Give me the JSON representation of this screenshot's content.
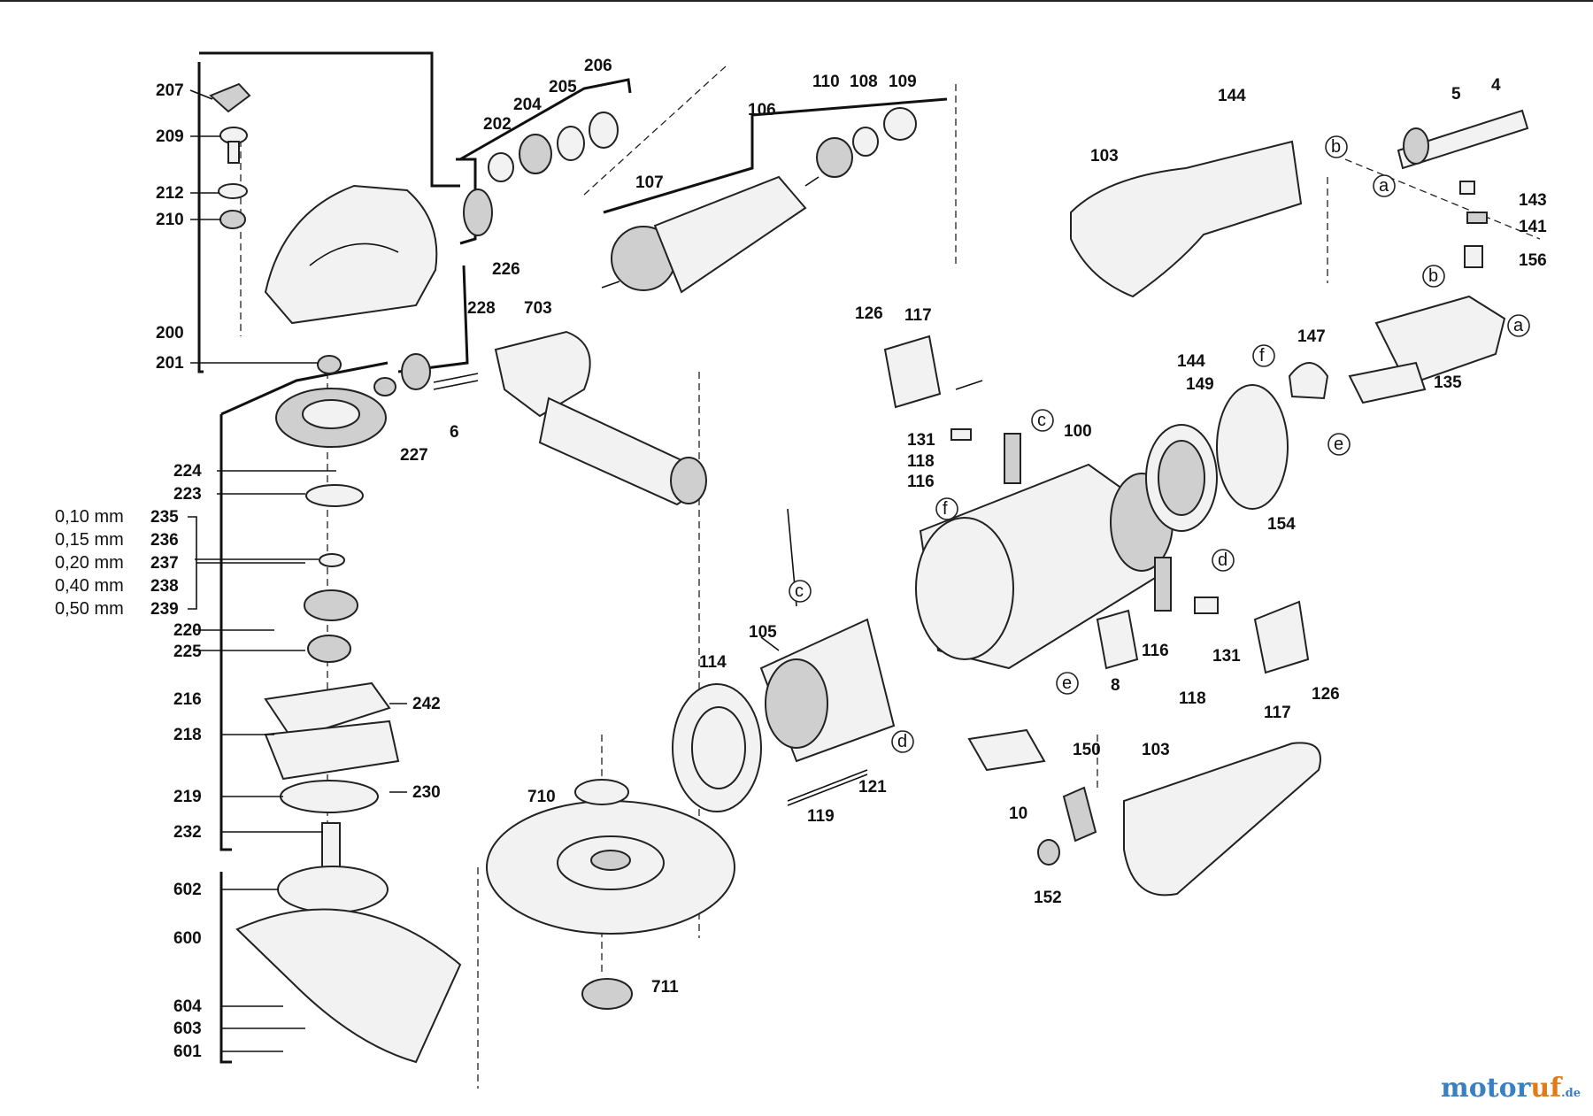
{
  "diagram": {
    "labels": {
      "l207": "207",
      "l209": "209",
      "l212": "212",
      "l210": "210",
      "l200": "200",
      "l201": "201",
      "l224": "224",
      "l223": "223",
      "l235": "235",
      "l236": "236",
      "l237": "237",
      "l238": "238",
      "l239": "239",
      "l220": "220",
      "l225": "225",
      "l216": "216",
      "l218": "218",
      "l219": "219",
      "l232": "232",
      "l602": "602",
      "l600": "600",
      "l604": "604",
      "l603": "603",
      "l601": "601",
      "l242": "242",
      "l230": "230",
      "l227": "227",
      "l228": "228",
      "l226": "226",
      "l6": "6",
      "l202": "202",
      "l204": "204",
      "l205": "205",
      "l206": "206",
      "l703": "703",
      "l107": "107",
      "l106": "106",
      "l110": "110",
      "l108": "108",
      "l109": "109",
      "l710": "710",
      "l711": "711",
      "l114": "114",
      "l105": "105",
      "l119": "119",
      "l121": "121",
      "l126a": "126",
      "l117a": "117",
      "l131a": "131",
      "l118a": "118",
      "l116a": "116",
      "l100": "100",
      "l8": "8",
      "l10": "10",
      "l116b": "116",
      "l131b": "131",
      "l118b": "118",
      "l117b": "117",
      "l126b": "126",
      "l150": "150",
      "l103b": "103",
      "l152": "152",
      "l103a": "103",
      "l144a": "144",
      "l5": "5",
      "l4": "4",
      "l143": "143",
      "l141": "141",
      "l156": "156",
      "l135": "135",
      "l144b": "144",
      "l147": "147",
      "l149": "149",
      "l154": "154"
    },
    "shims": {
      "s235": "0,10 mm",
      "s236": "0,15 mm",
      "s237": "0,20 mm",
      "s238": "0,40 mm",
      "s239": "0,50 mm"
    },
    "connectors": {
      "c_b1": "b",
      "c_a1": "a",
      "c_b2": "b",
      "c_a2": "a",
      "c_f1": "f",
      "c_e1": "e",
      "c_c1": "c",
      "c_f2": "f",
      "c_d1": "d",
      "c_c2": "c",
      "c_e2": "e",
      "c_d2": "d"
    }
  },
  "watermark": {
    "brand_main": "motor",
    "brand_accent": "uf",
    "tld": ".de"
  }
}
